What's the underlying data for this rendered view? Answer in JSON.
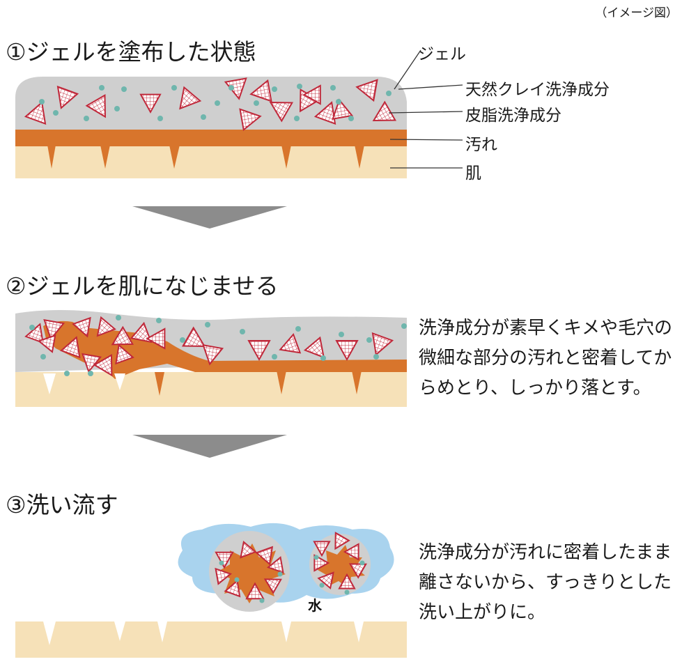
{
  "note": "（イメージ図）",
  "step1": {
    "title": "①ジェルを塗布した状態",
    "labels": [
      "ジェル",
      "天然クレイ洗浄成分",
      "皮脂洗浄成分",
      "汚れ",
      "肌"
    ]
  },
  "step2": {
    "title": "②ジェルを肌になじませる",
    "description": "洗浄成分が素早くキメや毛穴の微細な部分の汚れと密着してからめとり、しっかり落とす。"
  },
  "step3": {
    "title": "③洗い流す",
    "water_label": "水",
    "description": "洗浄成分が汚れに密着したまま離さないから、すっきりとした洗い上がりに。"
  },
  "colors": {
    "skin": "#f6e1b8",
    "dirt": "#d8752c",
    "gel": "#cfcfcf",
    "water": "#a9d3ee",
    "clay_dot": "#6fb6ad",
    "triangle_stroke": "#c0283a",
    "arrow": "#8c8c8c"
  }
}
